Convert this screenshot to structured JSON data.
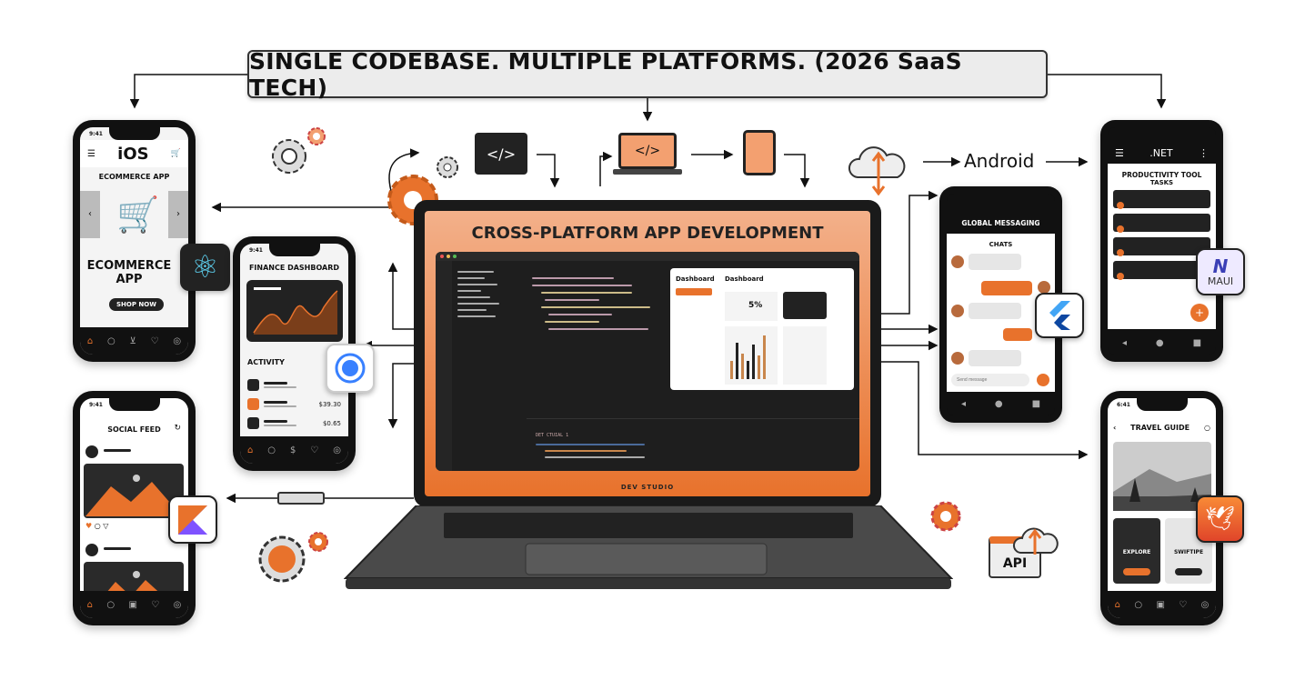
{
  "title": "SINGLE CODEBASE. MULTIPLE PLATFORMS. (2026 SaaS TECH)",
  "laptop": {
    "heading": "CROSS-PLATFORM APP DEVELOPMENT",
    "brand": "DEV STUDIO",
    "dashboard_title": "Dashboard",
    "dashboard_title2": "Dashboard",
    "stat": "5%",
    "terminal_line": "DET CTUIAL 1"
  },
  "platform_label": "Android",
  "phones": {
    "ios": {
      "time": "9:41",
      "platform": "iOS",
      "subtitle": "ECOMMERCE APP",
      "hero": "ECOMMERCE APP",
      "button": "SHOP NOW"
    },
    "finance": {
      "time": "9:41",
      "title": "FINANCE DASHBOARD",
      "activity": "ACTIVITY",
      "amounts": [
        "$39.30",
        "$0.65"
      ]
    },
    "social": {
      "time": "9:41",
      "title": "SOCIAL FEED"
    },
    "messaging": {
      "title": "GLOBAL MESSAGING",
      "chats": "CHATS",
      "placeholder": "Send message"
    },
    "dotnet": {
      "platform": ".NET",
      "title": "PRODUCTIVITY TOOL",
      "subtitle": "TASKS"
    },
    "travel": {
      "time": "6:41",
      "title": "TRAVEL GUIDE",
      "card1": "EXPLORE",
      "card2": "SWIFTIPE"
    }
  },
  "logos": {
    "react": "react-logo",
    "ionic": "ionic-logo",
    "kotlin": "kotlin-logo",
    "flutter": "flutter-logo",
    "maui": "MAUI",
    "swift": "swift-logo"
  },
  "api_label": "API",
  "colors": {
    "accent": "#e8722c",
    "dark": "#111111",
    "light": "#f4f4f4"
  }
}
